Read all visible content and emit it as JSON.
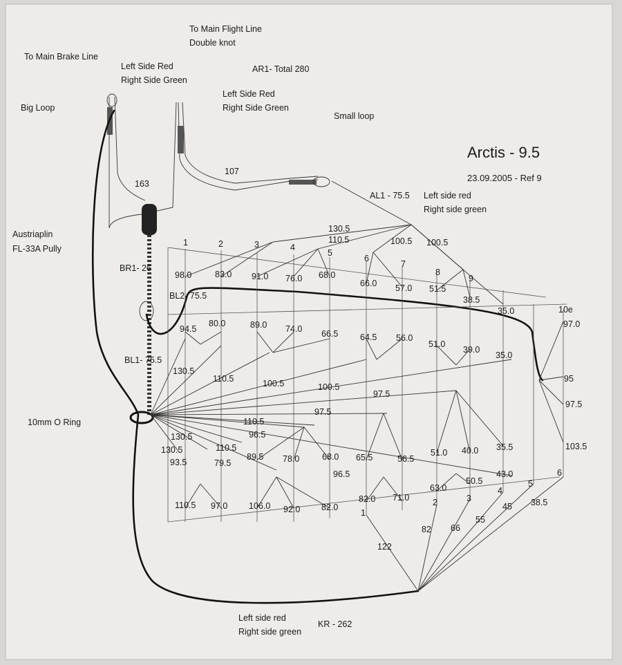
{
  "title": "Arctis - 9.5",
  "subtitle": "23.09.2005 - Ref 9",
  "labels": {
    "brake_line": "To Main Brake Line",
    "flight_line": "To Main Flight Line",
    "double_knot": "Double knot",
    "ar_total": "AR1- Total 280",
    "left_red_1": "Left Side Red",
    "right_green_1": "Right Side Green",
    "left_red_2": "Left Side Red",
    "right_green_2": "Right Side Green",
    "big_loop": "Big Loop",
    "small_loop": "Small loop",
    "pulley_1": "Austriaplin",
    "pulley_2": "FL-33A Pully",
    "al1": "AL1 - 75.5",
    "al1_left": "Left side red",
    "al1_right": "Right side green",
    "br1": "BR1- 26",
    "bl2": "BL2- 75.5",
    "bl1": "BL1- 75.5",
    "oring": "10mm O Ring",
    "bottom_left": "Left side red",
    "bottom_right": "Right side green",
    "kr": "KR - 262",
    "len_163": "163",
    "len_107": "107"
  },
  "columns": [
    "1",
    "2",
    "3",
    "4",
    "5",
    "6",
    "7",
    "8",
    "9",
    "10e"
  ],
  "bottom_cols": [
    "1",
    "2",
    "3",
    "4",
    "5",
    "6"
  ],
  "values": {
    "top_row": [
      "98.0",
      "83.0",
      "91.0",
      "76.0",
      "68.0",
      "66.0",
      "57.0",
      "51.5",
      "38.5",
      "35.0"
    ],
    "upper_mid": [
      "130.5",
      "110.5",
      "100.5",
      "100.5"
    ],
    "row2": [
      "94.5",
      "80.0",
      "89.0",
      "74.0",
      "66.5",
      "64.5",
      "56.0",
      "51.0",
      "39.0",
      "35.0",
      "97.0"
    ],
    "row3": [
      "130.5",
      "110.5",
      "100.5",
      "100.5",
      "97.5",
      "97.5",
      "95",
      "97.5"
    ],
    "row4": [
      "110.5",
      "96.5",
      "130.5",
      "130.5",
      "110.5",
      "93.5",
      "79.5",
      "89.5",
      "78.0",
      "68.0",
      "65.5",
      "56.5",
      "51.0",
      "40.0",
      "35.5",
      "103.5"
    ],
    "row5": [
      "96.5",
      "63.0",
      "50.5",
      "43.0"
    ],
    "row6": [
      "110.5",
      "97.0",
      "106.0",
      "92.0",
      "82.0",
      "82.0",
      "71.0"
    ],
    "bottom_row": [
      "82",
      "66",
      "55",
      "45",
      "38.5",
      "122"
    ]
  }
}
